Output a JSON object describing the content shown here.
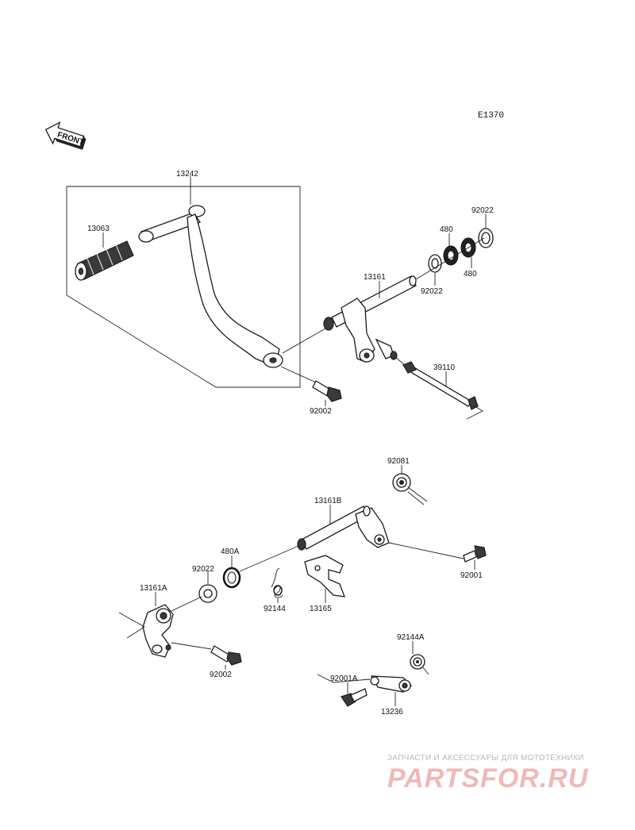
{
  "diagram_code": "E1370",
  "front_label": "FRONT",
  "parts": {
    "p13242": "13242",
    "p13063": "13063",
    "p92002_top": "92002",
    "p13161": "13161",
    "p92022_a": "92022",
    "p480_a": "480",
    "p480_b": "480",
    "p92022_b": "92022",
    "p39110": "39110",
    "p92081": "92081",
    "p13161B": "13161B",
    "p92001": "92001",
    "p480A": "480A",
    "p92022_c": "92022",
    "p92144": "92144",
    "p13165": "13165",
    "p13161A": "13161A",
    "p92002_bottom": "92002",
    "p92144A": "92144A",
    "p92001A": "92001A",
    "p13236": "13236"
  },
  "watermark": {
    "tagline": "ЗАПЧАСТИ И АКСЕССУАРЫ ДЛЯ МОТОТЕХНИКИ",
    "logo": "PARTSFOR.RU"
  },
  "colors": {
    "ink": "#1a1a1a",
    "watermark_logo": "#f1b8b8",
    "watermark_text": "#b9b9b9"
  }
}
